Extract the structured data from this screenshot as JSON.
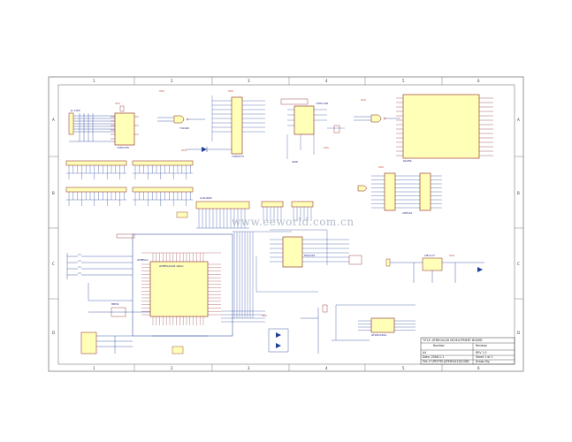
{
  "border": {
    "columns": [
      "1",
      "2",
      "3",
      "4",
      "5",
      "6"
    ],
    "rows": [
      "A",
      "B",
      "C",
      "D"
    ]
  },
  "watermark": "www.eeworld.com.cn",
  "components": {
    "u1_label": "ATMEGA128-16AU",
    "u2_label": "74HC573",
    "u3_label": "MAX232",
    "u4_label": "62256",
    "u5_label": "29F010",
    "reg_label": "LM1117",
    "flash_label": "AT29C010A",
    "osc_label": "8MHz",
    "ic_top_left": "74HC245",
    "ic_top_mid": "74HC138",
    "lcd_label": "LCD1602"
  },
  "title_block": {
    "row1": "TITLE: ATMEGA128 DEVELOPMENT BOARD",
    "row2_label": "Number",
    "row2_rev": "Revision",
    "row3_size": "A4",
    "row3_rev": "REV 1.0",
    "row4_date": "Date: 2006-1-1",
    "row4_sheet": "Sheet 1 of 1",
    "row5_file": "File: E:\\PROTEL\\ATMEGA128.DDB",
    "row5_drawn": "Drawn By:"
  },
  "colors": {
    "border": "#7a7a7a",
    "wire": "#1f3f9a",
    "chip_fill": "#ffffb8",
    "chip_stroke": "#8a1f1f",
    "red_label": "#c0392b"
  }
}
